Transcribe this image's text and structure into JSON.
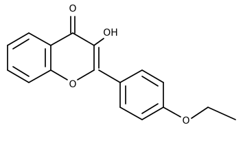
{
  "structure": {
    "atoms": {
      "carbonyl_oxygen": "O",
      "hydroxyl_group": "OH",
      "ring_oxygen": "O",
      "ether_oxygen": "O"
    }
  }
}
